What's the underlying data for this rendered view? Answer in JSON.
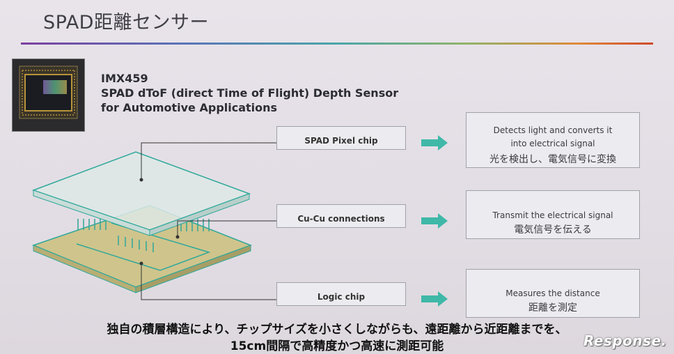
{
  "title": "SPAD距離センサー",
  "product": {
    "model": "IMX459",
    "line1": "SPAD dToF (direct Time of Flight)  Depth Sensor",
    "line2": "for Automotive Applications"
  },
  "layers": [
    {
      "label": "SPAD Pixel chip",
      "desc_en_1": "Detects light and converts it",
      "desc_en_2": "into electrical signal",
      "desc_jp": "光を検出し、電気信号に変換"
    },
    {
      "label": "Cu-Cu connections",
      "desc_en_1": "Transmit the electrical signal",
      "desc_en_2": "",
      "desc_jp": "電気信号を伝える"
    },
    {
      "label": "Logic chip",
      "desc_en_1": "Measures the distance",
      "desc_en_2": "",
      "desc_jp": "距離を測定"
    }
  ],
  "footer": {
    "line1": "独自の積層構造により、チップサイズを小さくしながらも、遠距離から近距離までを、",
    "line2": "15cm間隔で高精度かつ高速に測距可能"
  },
  "watermark": "Response.",
  "colors": {
    "arrow": "#3fb8a8",
    "top_plate": "#cfe6e2",
    "bottom_plate": "#c9c08a",
    "plate_edge": "#2fa89a"
  }
}
